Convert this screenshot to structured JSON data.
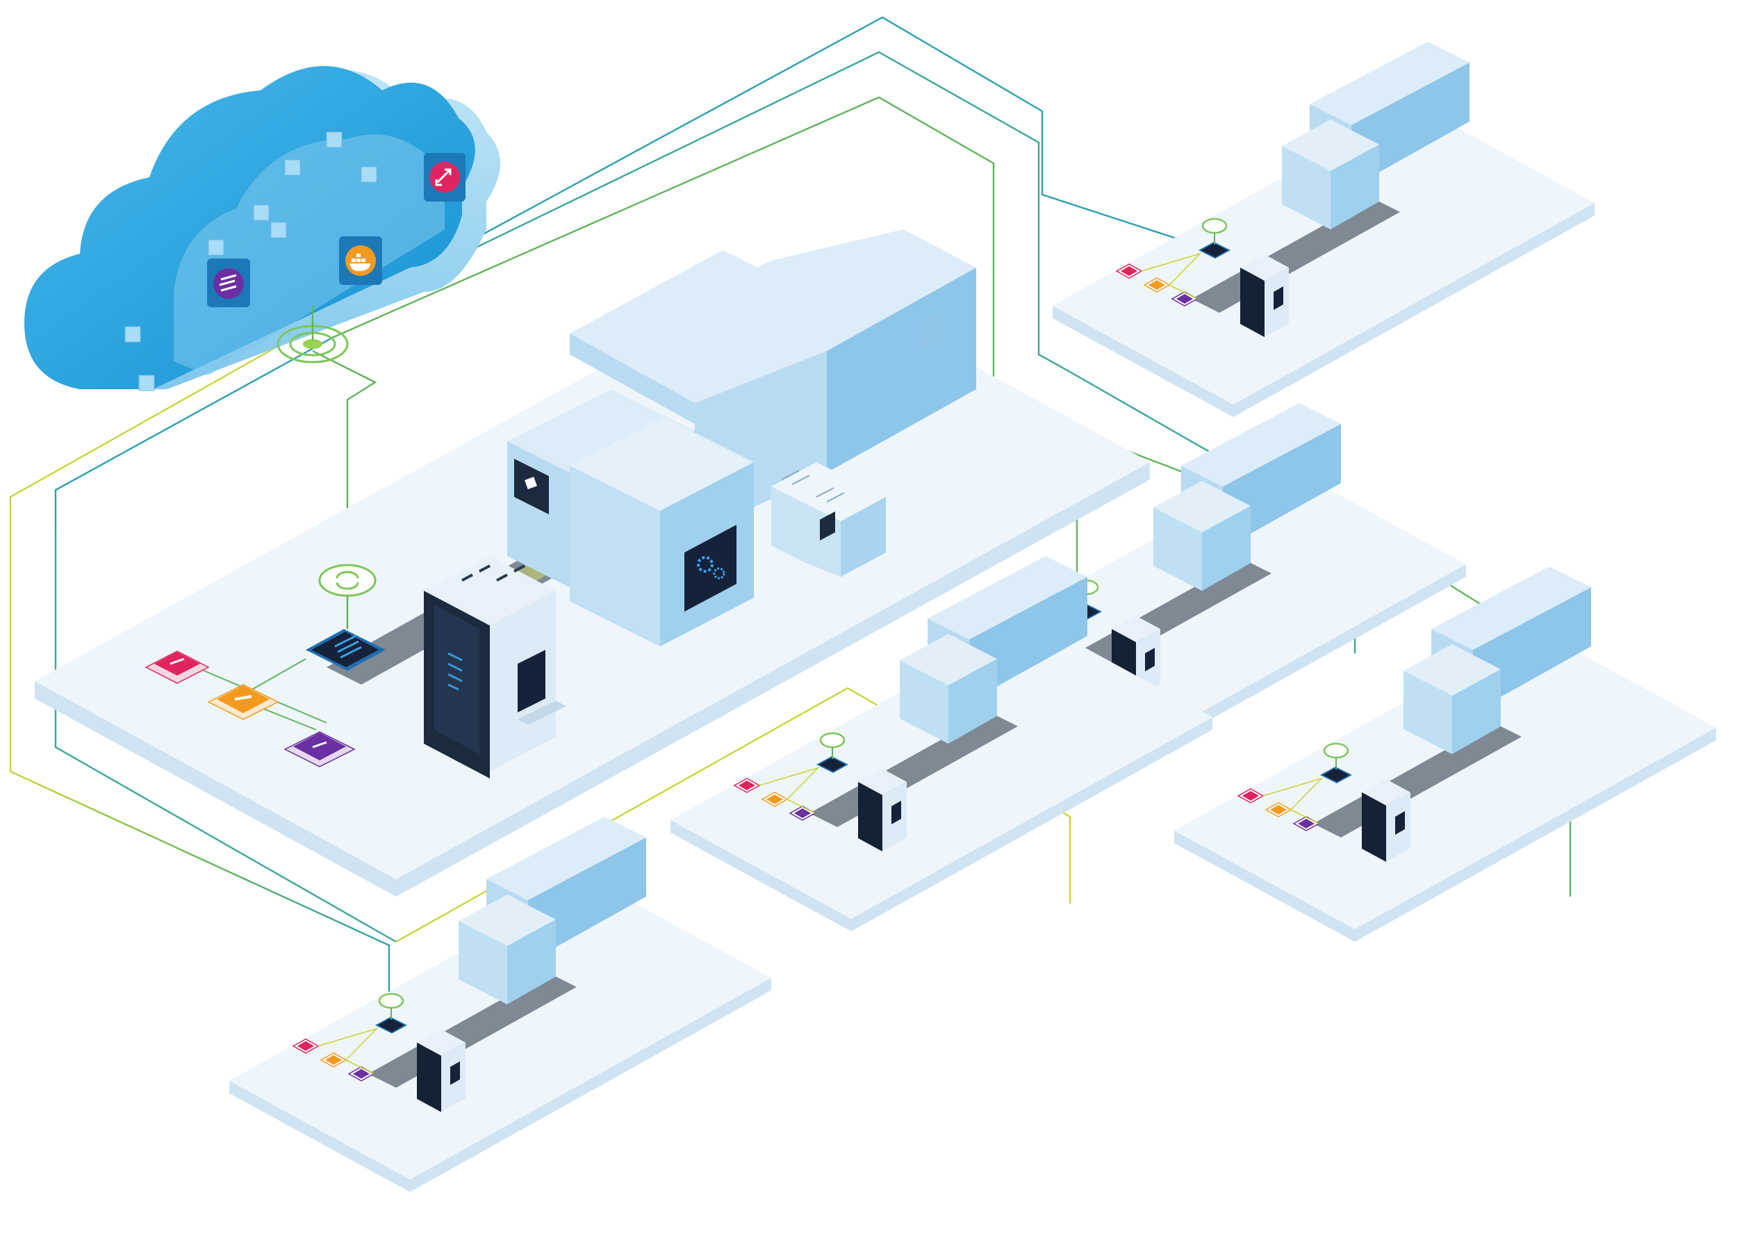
{
  "diagram": {
    "title": "",
    "cloud": {
      "services": [
        {
          "name": "stack-icon",
          "color": "#6a2fa0"
        },
        {
          "name": "docker-icon",
          "color": "#f39a1e"
        },
        {
          "name": "swap-icon",
          "color": "#e0245e"
        }
      ],
      "hub_icon": "broadcast-icon"
    },
    "central_site": {
      "icons": [
        "sync-icon",
        "gear-icon",
        "stack-icon",
        "control-cabinet-icon",
        "edge-device-icon"
      ]
    },
    "remote_sites": [
      {
        "id": "site-north-east"
      },
      {
        "id": "site-east"
      },
      {
        "id": "site-south-east"
      },
      {
        "id": "site-south"
      },
      {
        "id": "site-south-west"
      }
    ],
    "app_tile_colors": [
      "#e0245e",
      "#f39a1e",
      "#6a2fa0"
    ],
    "colors": {
      "cloud": "#2ea7e0",
      "cloud_light": "#8fd0f2",
      "machine_top": "#dcecf8",
      "machine_left": "#b9dbf1",
      "machine_right": "#8ec6ea",
      "platform_top": "#eef5fb",
      "platform_side": "#cfe3f2",
      "cabinet": "#152235",
      "link_yellow": "#c8d63a",
      "link_green": "#5fb45a",
      "link_teal": "#2c9fb0",
      "conveyor": "#7f8994"
    }
  }
}
